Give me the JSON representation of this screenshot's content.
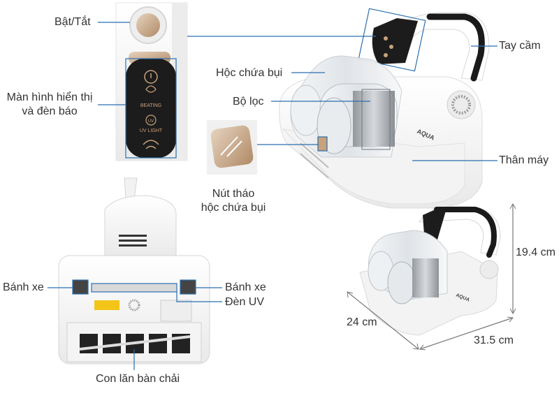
{
  "labels": {
    "power": "Bật/Tắt",
    "display_line1": "Màn hình hiển thị",
    "display_line2": "và đèn báo",
    "dust_box": "Hộc chứa bụi",
    "filter": "Bộ lọc",
    "handle": "Tay cầm",
    "body": "Thân máy",
    "release_line1": "Nút tháo",
    "release_line2": "hộc chứa bụi",
    "wheel_left": "Bánh xe",
    "wheel_right": "Bánh xe",
    "uv_lamp": "Đèn UV",
    "brush_roller": "Con lăn bàn chải"
  },
  "panel": {
    "beating": "BEATING",
    "uv_light": "UV LIGHT",
    "uv_badge": "UV"
  },
  "brand": "AQUA",
  "dimensions": {
    "height": "19.4 cm",
    "depth": "24 cm",
    "width": "31.5 cm"
  },
  "colors": {
    "leader": "#2a6fb0",
    "accent_gold": "#c8a27a",
    "panel_dark": "#1c1c1c"
  }
}
